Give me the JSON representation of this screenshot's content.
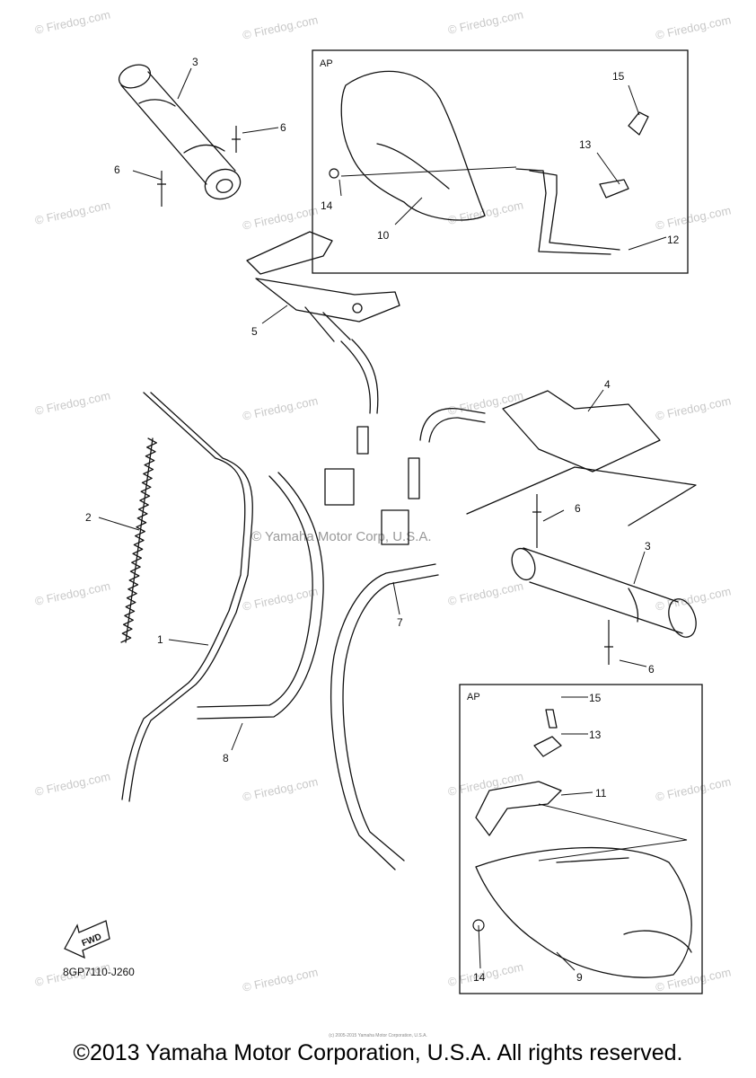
{
  "watermark_text": "© Firedog.com",
  "center_watermark": "© Yamaha Motor Corp, U.S.A.",
  "inset_tag": "AP",
  "part_labels": {
    "p1": "1",
    "p2": "2",
    "p3a": "3",
    "p3b": "3",
    "p4": "4",
    "p5": "5",
    "p6a": "6",
    "p6b": "6",
    "p6c": "6",
    "p6d": "6",
    "p7": "7",
    "p8": "8",
    "p9": "9",
    "p10": "10",
    "p11": "11",
    "p12": "12",
    "p13a": "13",
    "p13b": "13",
    "p14a": "14",
    "p14b": "14",
    "p15a": "15",
    "p15b": "15"
  },
  "fwd_label": "FWD",
  "diagram_code": "8GP7110-J260",
  "small_notice": "(c) 2005-2015 Yamaha Motor Corporation, U.S.A.",
  "copyright": "©2013 Yamaha Motor Corporation, U.S.A. All rights reserved."
}
